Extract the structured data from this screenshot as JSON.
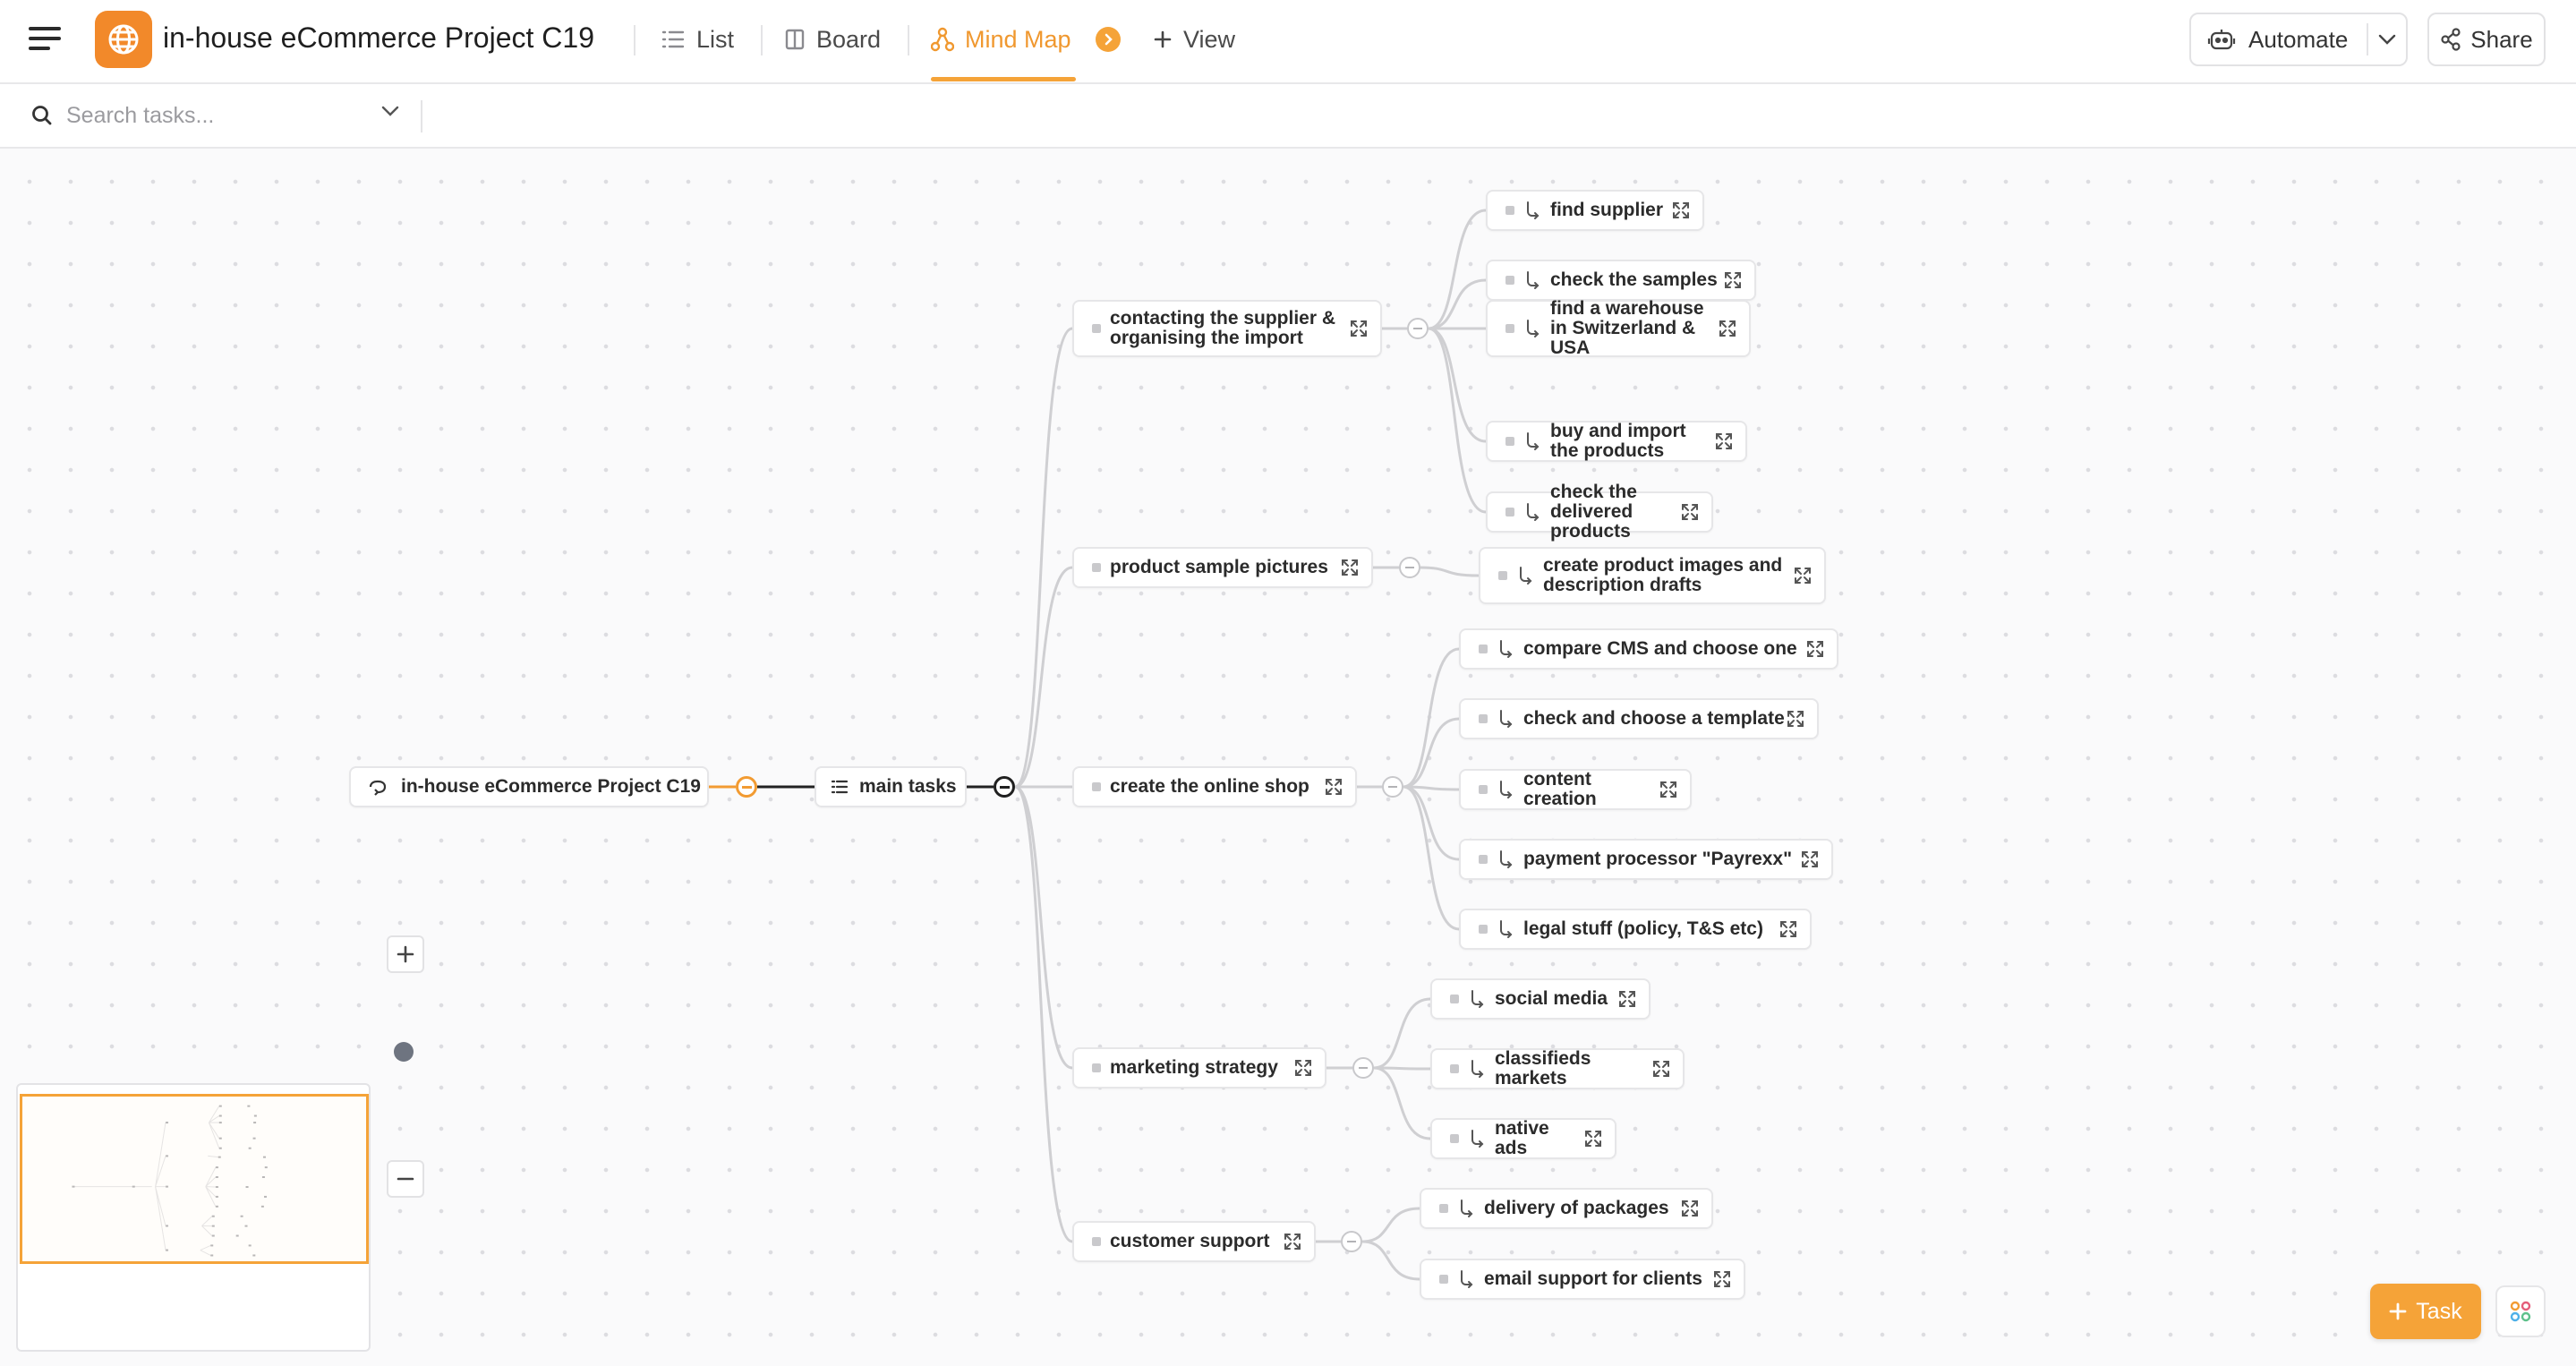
{
  "header": {
    "project_title": "in-house eCommerce Project C19",
    "tabs": [
      {
        "label": "List",
        "icon": "list-icon"
      },
      {
        "label": "Board",
        "icon": "board-icon"
      },
      {
        "label": "Mind Map",
        "icon": "mind-map-icon",
        "active": true
      },
      {
        "label": "View",
        "icon": "plus-icon"
      }
    ],
    "automate_label": "Automate",
    "share_label": "Share",
    "accent_color": "#f5a338"
  },
  "search": {
    "placeholder": "Search tasks..."
  },
  "mindmap": {
    "root": {
      "label": "in-house eCommerce Project C19"
    },
    "main": {
      "label": "main tasks"
    },
    "groups": [
      {
        "label": "contacting the supplier &\norganising the import",
        "children": [
          "find supplier",
          "check the samples",
          "find a warehouse in Switzerland &\nUSA",
          "buy and import the products",
          "check the delivered products"
        ]
      },
      {
        "label": "product sample pictures",
        "children": [
          "create product images and\ndescription drafts"
        ]
      },
      {
        "label": "create the online shop",
        "children": [
          "compare CMS and choose one",
          "check and choose a template",
          "content creation",
          "payment processor \"Payrexx\"",
          "legal stuff (policy, T&S etc)"
        ]
      },
      {
        "label": "marketing strategy",
        "children": [
          "social media",
          "classifieds markets",
          "native ads"
        ]
      },
      {
        "label": "customer support",
        "children": [
          "delivery of packages",
          "email support for clients"
        ]
      }
    ]
  },
  "bottom": {
    "task_button_label": "Task"
  }
}
